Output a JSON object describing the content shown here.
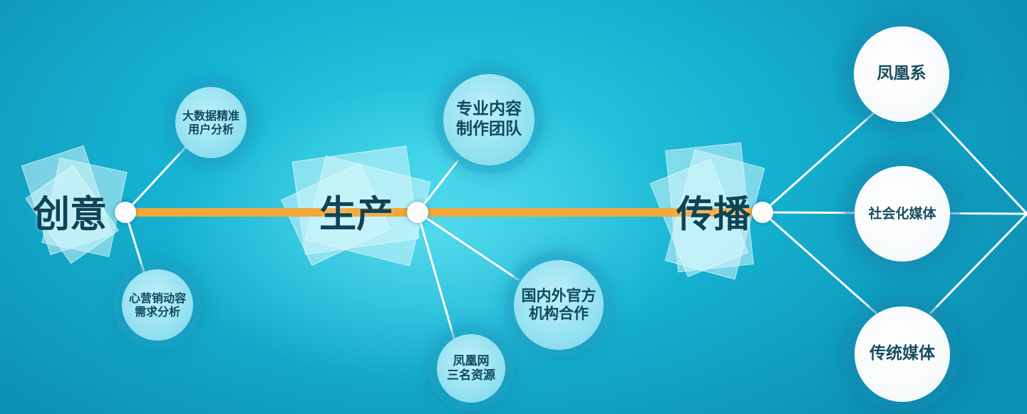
{
  "stages": [
    {
      "label": "创意"
    },
    {
      "label": "生产"
    },
    {
      "label": "传播"
    }
  ],
  "bubbles": {
    "big_data": "大数据精准\n用户分析",
    "marketing_needs": "心营销动容\n需求分析",
    "pro_team": "专业内容\n制作团队",
    "intl_partners": "国内外官方\n机构合作",
    "ifeng_resources": "凤凰网\n三名资源",
    "phoenix_group": "凤凰系",
    "social_media": "社会化媒体",
    "traditional_media": "传统媒体"
  },
  "colors": {
    "background": "#16b3d2",
    "timeline": "#f2a83a",
    "node": "#ffffff",
    "text": "#0d4a5e"
  }
}
